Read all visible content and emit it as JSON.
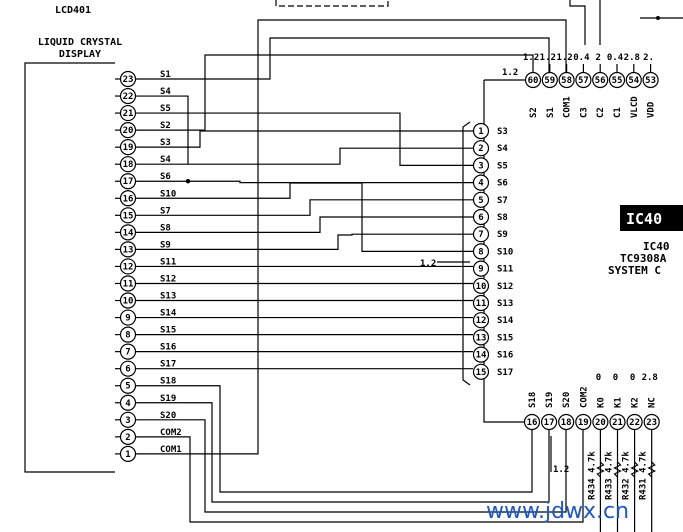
{
  "lcd": {
    "ref": "LCD401",
    "desc1": "LIQUID CRYSTAL",
    "desc2": "DISPLAY",
    "pins": [
      {
        "num": "23",
        "sig": "S1"
      },
      {
        "num": "22",
        "sig": "S4"
      },
      {
        "num": "21",
        "sig": "S5"
      },
      {
        "num": "20",
        "sig": "S2"
      },
      {
        "num": "19",
        "sig": "S3"
      },
      {
        "num": "18",
        "sig": "S4"
      },
      {
        "num": "17",
        "sig": "S6"
      },
      {
        "num": "16",
        "sig": "S10"
      },
      {
        "num": "15",
        "sig": "S7"
      },
      {
        "num": "14",
        "sig": "S8"
      },
      {
        "num": "13",
        "sig": "S9"
      },
      {
        "num": "12",
        "sig": "S11"
      },
      {
        "num": "11",
        "sig": "S12"
      },
      {
        "num": "10",
        "sig": "S13"
      },
      {
        "num": "9",
        "sig": "S14"
      },
      {
        "num": "8",
        "sig": "S15"
      },
      {
        "num": "7",
        "sig": "S16"
      },
      {
        "num": "6",
        "sig": "S17"
      },
      {
        "num": "5",
        "sig": "S18"
      },
      {
        "num": "4",
        "sig": "S19"
      },
      {
        "num": "3",
        "sig": "S20"
      },
      {
        "num": "2",
        "sig": "COM2"
      },
      {
        "num": "1",
        "sig": "COM1"
      }
    ]
  },
  "ic": {
    "badge": "IC40",
    "ref": "IC40",
    "part": "TC9308A",
    "func": "SYSTEM C",
    "left_pins": [
      {
        "num": "1",
        "sig": "S3"
      },
      {
        "num": "2",
        "sig": "S4"
      },
      {
        "num": "3",
        "sig": "S5"
      },
      {
        "num": "4",
        "sig": "S6"
      },
      {
        "num": "5",
        "sig": "S7"
      },
      {
        "num": "6",
        "sig": "S8"
      },
      {
        "num": "7",
        "sig": "S9"
      },
      {
        "num": "8",
        "sig": "S10"
      },
      {
        "num": "9",
        "sig": "S11"
      },
      {
        "num": "10",
        "sig": "S12"
      },
      {
        "num": "11",
        "sig": "S13"
      },
      {
        "num": "12",
        "sig": "S14"
      },
      {
        "num": "13",
        "sig": "S15"
      },
      {
        "num": "14",
        "sig": "S16"
      },
      {
        "num": "15",
        "sig": "S17"
      }
    ],
    "top_pins": [
      {
        "num": "60",
        "sig": "S2",
        "volt": "1.2"
      },
      {
        "num": "59",
        "sig": "S1",
        "volt": "1.2"
      },
      {
        "num": "58",
        "sig": "COM1",
        "volt": "1.2"
      },
      {
        "num": "57",
        "sig": "C3",
        "volt": "0.4"
      },
      {
        "num": "56",
        "sig": "C2",
        "volt": "2"
      },
      {
        "num": "55",
        "sig": "C1",
        "volt": "0.4"
      },
      {
        "num": "54",
        "sig": "VLCD",
        "volt": "2.8"
      },
      {
        "num": "53",
        "sig": "VDD",
        "volt": "2."
      }
    ],
    "bottom_pins": [
      {
        "num": "16",
        "sig": "S18",
        "volt": ""
      },
      {
        "num": "17",
        "sig": "S19",
        "volt": ""
      },
      {
        "num": "18",
        "sig": "S20",
        "volt": ""
      },
      {
        "num": "19",
        "sig": "COM2",
        "volt": ""
      },
      {
        "num": "20",
        "sig": "K0",
        "volt": "0"
      },
      {
        "num": "21",
        "sig": "K1",
        "volt": "0"
      },
      {
        "num": "22",
        "sig": "K2",
        "volt": "0"
      },
      {
        "num": "23",
        "sig": "NC",
        "volt": "2.8"
      }
    ],
    "pin9_voltage": "1.2",
    "bus_voltage": "1.2"
  },
  "resistors": [
    {
      "ref": "R434",
      "value": "4.7k"
    },
    {
      "ref": "R433",
      "value": "4.7k"
    },
    {
      "ref": "R432",
      "value": "4.7k"
    },
    {
      "ref": "R431",
      "value": "4.7k"
    }
  ],
  "watermark": "www.jdwx.cn"
}
